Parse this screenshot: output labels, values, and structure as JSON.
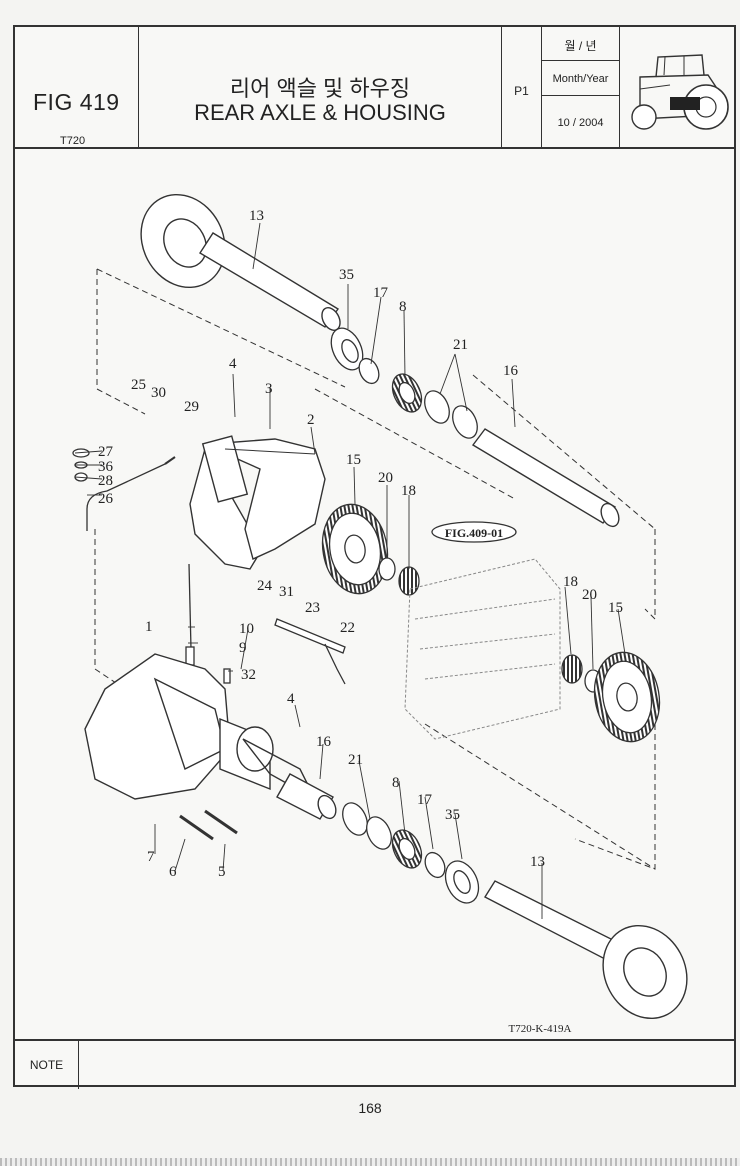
{
  "header": {
    "fig_no": "FIG 419",
    "model": "T720",
    "title_ko": "리어 액슬 및 하우징",
    "title_en": "REAR AXLE & HOUSING",
    "page_code": "P1",
    "month_year_ko": "월 / 년",
    "month_year_en": "Month/Year",
    "month_year_value": "10 / 2004"
  },
  "diagram": {
    "ref_label": "FIG.409-01",
    "drawing_no": "T720-K-419A",
    "part_labels": {
      "p13a": "13",
      "p35a": "35",
      "p17a": "17",
      "p8a": "8",
      "p21a": "21",
      "p16a": "16",
      "p25": "25",
      "p30": "30",
      "p29": "29",
      "p4a": "4",
      "p3": "3",
      "p2": "2",
      "p27": "27",
      "p36": "36",
      "p28": "28",
      "p26": "26",
      "p15a": "15",
      "p20a": "20",
      "p18a": "18",
      "p24": "24",
      "p31": "31",
      "p23": "23",
      "p22": "22",
      "p1": "1",
      "p10": "10",
      "p9": "9",
      "p32": "32",
      "p18b": "18",
      "p20b": "20",
      "p15b": "15",
      "p4b": "4",
      "p16b": "16",
      "p21b": "21",
      "p8b": "8",
      "p17b": "17",
      "p35b": "35",
      "p7": "7",
      "p6": "6",
      "p5": "5",
      "p13b": "13"
    }
  },
  "note": {
    "label": "NOTE",
    "value": ""
  },
  "footer": {
    "page_number": "168"
  }
}
